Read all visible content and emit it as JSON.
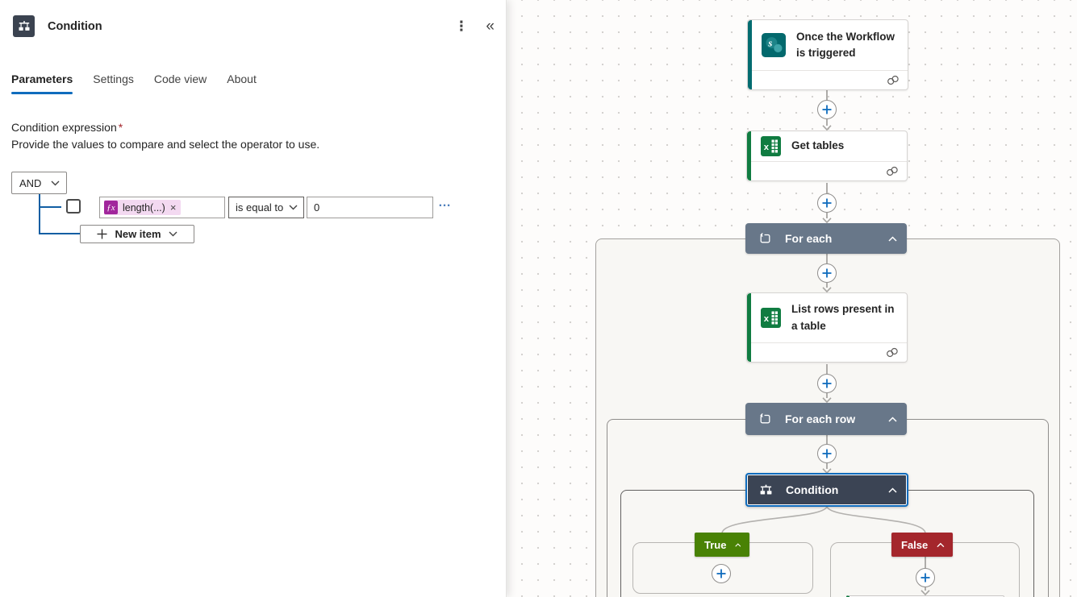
{
  "colors": {
    "accent_blue": "#0f6cbd",
    "sharepoint_teal": "#036c70",
    "excel_green": "#107c41",
    "loop_header": "#687789",
    "condition_header": "#3b4454",
    "true_green": "#498205",
    "false_red": "#a4262c",
    "fx_purple": "#a1269c",
    "tree_line_blue": "#115ea3"
  },
  "icons": {
    "menu_kebab": "⋮",
    "collapse_panel": "«",
    "more_options": "…",
    "remove_token": "×",
    "fx_badge": "ƒx"
  },
  "panel": {
    "title": "Condition",
    "tabs": [
      {
        "label": "Parameters",
        "active": true
      },
      {
        "label": "Settings",
        "active": false
      },
      {
        "label": "Code view",
        "active": false
      },
      {
        "label": "About",
        "active": false
      }
    ],
    "expression": {
      "label": "Condition expression",
      "required_marker": "*",
      "description": "Provide the values to compare and select the operator to use.",
      "group_operator": "AND",
      "row": {
        "operand1_token": "length(...)",
        "operator": "is equal to",
        "operand2": "0"
      },
      "new_item_label": "New item"
    }
  },
  "canvas": {
    "trigger": {
      "title": "Once the Workflow is triggered"
    },
    "get_tables": {
      "title": "Get tables"
    },
    "for_each": {
      "title": "For each"
    },
    "list_rows": {
      "title": "List rows present in a table"
    },
    "for_each_row": {
      "title": "For each row"
    },
    "condition": {
      "title": "Condition"
    },
    "branches": {
      "true_label": "True",
      "false_label": "False"
    }
  }
}
